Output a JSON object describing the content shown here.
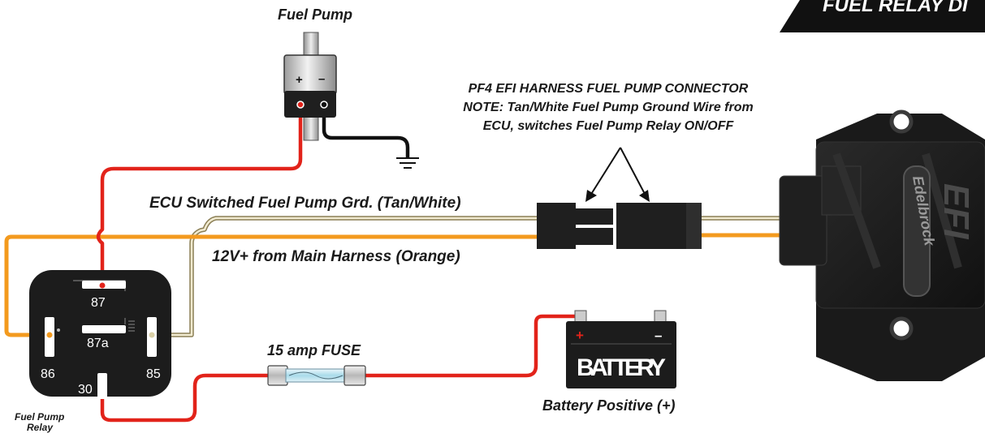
{
  "header": {
    "title": "FUEL RELAY DI"
  },
  "labels": {
    "fuel_pump": "Fuel Pump",
    "connector_line1": "PF4 EFI HARNESS FUEL PUMP CONNECTOR",
    "connector_line2": "NOTE: Tan/White Fuel Pump Ground Wire from",
    "connector_line3": "ECU, switches Fuel Pump Relay ON/OFF",
    "ecu_ground": "ECU Switched Fuel Pump Grd. (Tan/White)",
    "main_12v": "12V+ from Main Harness (Orange)",
    "fuse": "15 amp FUSE",
    "battery_caption": "Battery Positive (+)",
    "relay_line1": "Fuel Pump",
    "relay_line2": "Relay"
  },
  "fuel_pump": {
    "plus": "+",
    "minus": "–"
  },
  "relay": {
    "pin_87": "87",
    "pin_87a": "87a",
    "pin_86": "86",
    "pin_85": "85",
    "pin_30": "30"
  },
  "battery": {
    "name": "BATTERY",
    "plus": "+",
    "minus": "–"
  },
  "ecu": {
    "brand": "Edelbrock",
    "product": "EFI"
  },
  "colors": {
    "red_wire": "#e2231a",
    "orange_wire": "#f39a1e",
    "tan_white_wire": "#d9cfa6",
    "ground_wire": "#111111",
    "component_black": "#1c1c1c"
  }
}
